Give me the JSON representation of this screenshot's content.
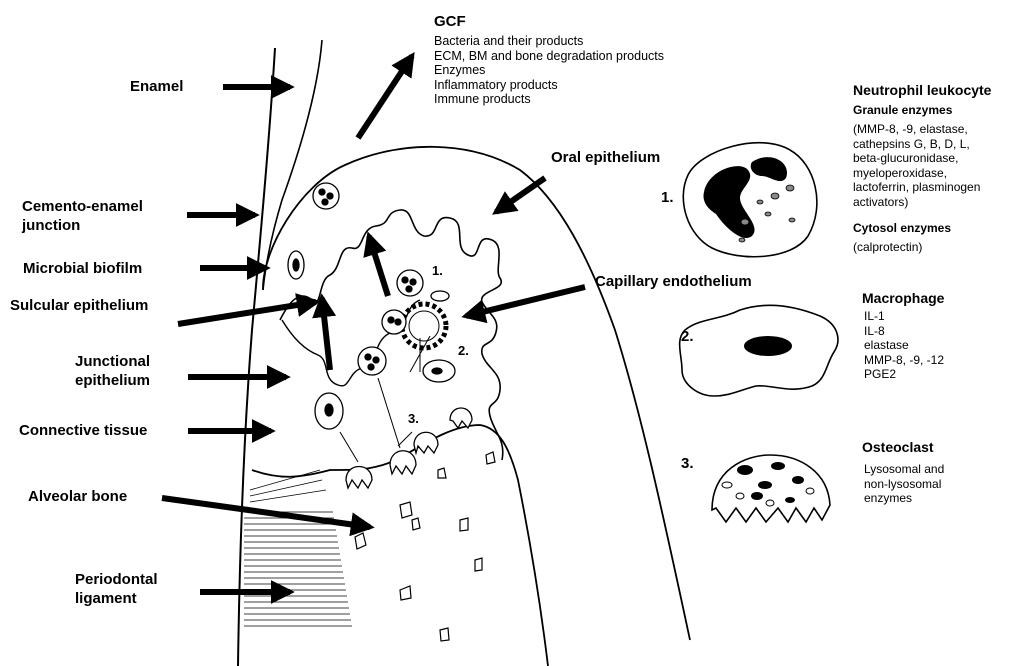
{
  "gcf": {
    "title": "GCF",
    "items": [
      "Bacteria and their products",
      "ECM, BM and bone degradation products",
      "Enzymes",
      "Inflammatory products",
      "Immune products"
    ]
  },
  "left_labels": {
    "enamel": "Enamel",
    "cej_1": "Cemento-enamel",
    "cej_2": "junction",
    "biofilm": "Microbial biofilm",
    "sulcular": "Sulcular epithelium",
    "junctional_1": "Junctional",
    "junctional_2": "epithelium",
    "connective": "Connective tissue",
    "alveolar": "Alveolar bone",
    "pdl_1": "Periodontal",
    "pdl_2": "ligament"
  },
  "center_labels": {
    "oral_epithelium": "Oral epithelium",
    "capillary": "Capillary endothelium",
    "n1": "1.",
    "n2": "2.",
    "n3": "3."
  },
  "neutrophil": {
    "title": "Neutrophil leukocyte",
    "granule_header": "Granule enzymes",
    "granule_items": [
      "(MMP-8, -9, elastase,",
      "cathepsins G, B, D, L,",
      "beta-glucuronidase,",
      "myeloperoxidase,",
      "lactoferrin, plasminogen",
      "activators)"
    ],
    "cytosol_header": "Cytosol enzymes",
    "cytosol_items": [
      "(calprotectin)"
    ],
    "number": "1."
  },
  "macrophage": {
    "title": "Macrophage",
    "items": [
      "IL-1",
      "IL-8",
      "elastase",
      "MMP-8, -9, -12",
      "PGE2"
    ],
    "number": "2."
  },
  "osteoclast": {
    "title": "Osteoclast",
    "items": [
      "Lysosomal and",
      "non-lysosomal",
      "enzymes"
    ],
    "number": "3."
  }
}
